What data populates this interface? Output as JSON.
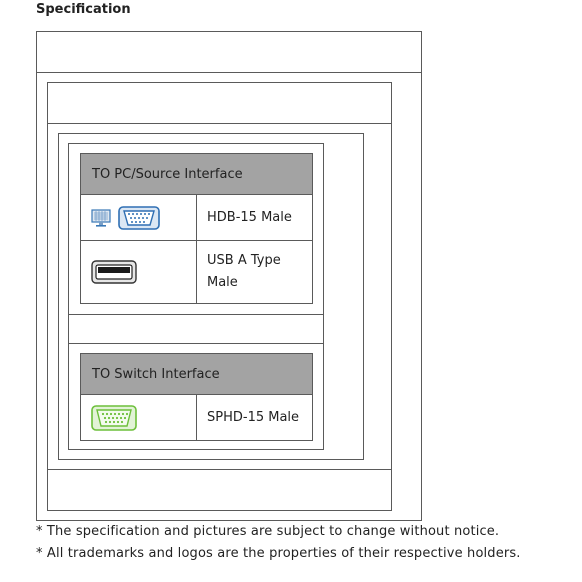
{
  "section": {
    "title": "Specification"
  },
  "pc_table": {
    "header": "TO PC/Source Interface",
    "rows": [
      {
        "icon": "monitor-vga-icon",
        "text": "HDB-15 Male"
      },
      {
        "icon": "usb-a-icon",
        "text_line1": "USB A Type",
        "text_line2": "Male"
      }
    ]
  },
  "switch_table": {
    "header": "TO Switch Interface",
    "rows": [
      {
        "icon": "sphd-connector-icon",
        "text": "SPHD-15 Male"
      }
    ]
  },
  "notes": [
    "* The specification and pictures are subject to change without notice.",
    "* All trademarks and logos are the properties of their respective holders."
  ],
  "colors": {
    "header_bg": "#a3a3a3",
    "border": "#5a5a5a",
    "vga_blue": "#2f6fb3",
    "sphd_green": "#6cbf3a"
  }
}
